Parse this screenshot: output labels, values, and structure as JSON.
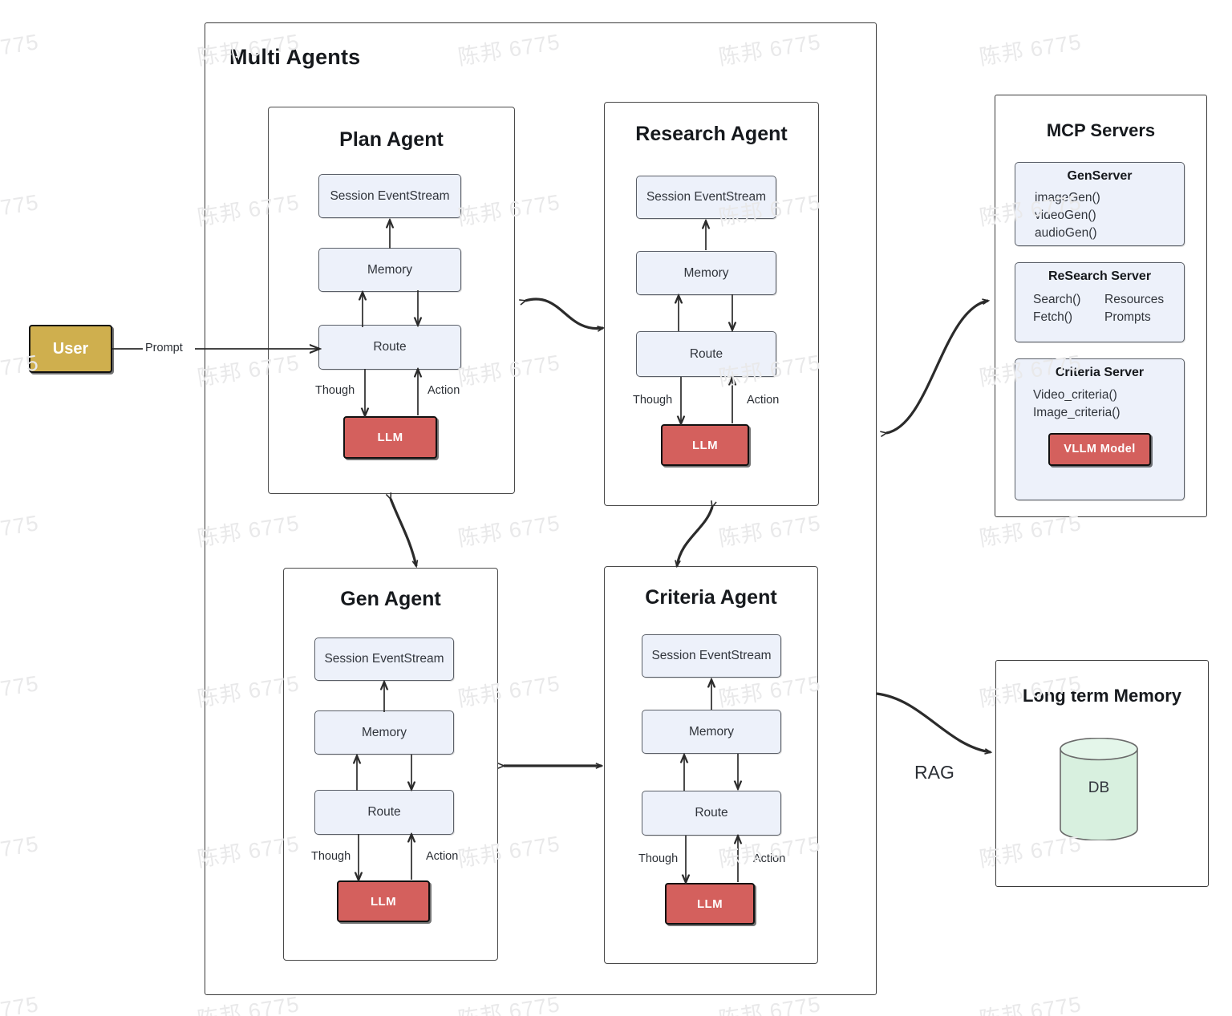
{
  "diagram": {
    "watermark_text": "陈邦 6775",
    "multi_agents": {
      "title": "Multi Agents",
      "agents": [
        {
          "id": "plan",
          "title": "Plan Agent",
          "blocks": [
            "Session EventStream",
            "Memory",
            "Route"
          ],
          "llm": "LLM",
          "edge_left": "Though",
          "edge_right": "Action"
        },
        {
          "id": "research",
          "title": "Research Agent",
          "blocks": [
            "Session EventStream",
            "Memory",
            "Route"
          ],
          "llm": "LLM",
          "edge_left": "Though",
          "edge_right": "Action"
        },
        {
          "id": "gen",
          "title": "Gen Agent",
          "blocks": [
            "Session EventStream",
            "Memory",
            "Route"
          ],
          "llm": "LLM",
          "edge_left": "Though",
          "edge_right": "Action"
        },
        {
          "id": "criteria",
          "title": "Criteria Agent",
          "blocks": [
            "Session EventStream",
            "Memory",
            "Route"
          ],
          "llm": "LLM",
          "edge_left": "Though",
          "edge_right": "Action"
        }
      ]
    },
    "user": {
      "label": "User",
      "prompt_label": "Prompt"
    },
    "mcp_servers": {
      "title": "MCP Servers",
      "panels": [
        {
          "name": "GenServer",
          "layout": "single",
          "items": [
            "imageGen()",
            "videoGen()",
            "audioGen()"
          ]
        },
        {
          "name": "ReSearch Server",
          "layout": "two-column",
          "col_left": [
            "Search()",
            "Fetch()"
          ],
          "col_right": [
            "Resources",
            "Prompts"
          ]
        },
        {
          "name": "Criteria Server",
          "layout": "single",
          "items": [
            "Video_criteria()",
            "Image_criteria()"
          ],
          "model_badge": "VLLM Model"
        }
      ]
    },
    "long_term_memory": {
      "title": "Long term Memory",
      "db_label": "DB",
      "rag_label": "RAG"
    },
    "colors": {
      "llm_fill": "#d4605d",
      "user_fill": "#cfaf4e",
      "block_fill": "#edf1fa",
      "db_fill": "#d8f0df",
      "stroke": "#2b2b2b"
    }
  }
}
